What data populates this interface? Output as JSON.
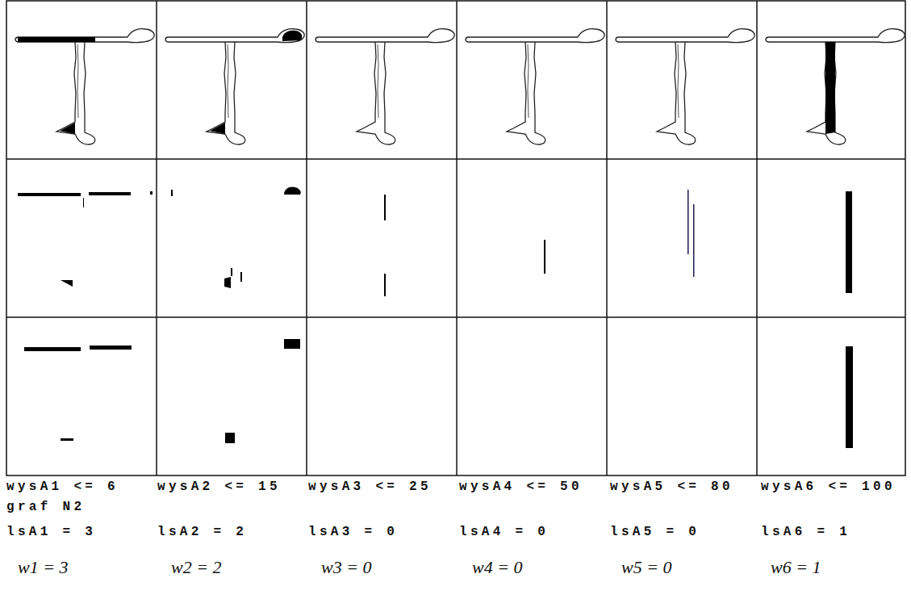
{
  "diagram": {
    "labels": [
      "wysA1 <= 6",
      "wysA2 <= 15",
      "wysA3 <= 25",
      "wysA4 <= 50",
      "wysA5 <= 80",
      "wysA6 <= 100",
      "graf N2",
      "lsA1 = 3",
      "lsA2 = 2",
      "lsA3 = 0",
      "lsA4 = 0",
      "lsA5 = 0",
      "lsA6 = 1",
      "w1 = 3",
      "w2 = 2",
      "w3 = 0",
      "w4 = 0",
      "w5 = 0",
      "w6 = 1"
    ]
  }
}
